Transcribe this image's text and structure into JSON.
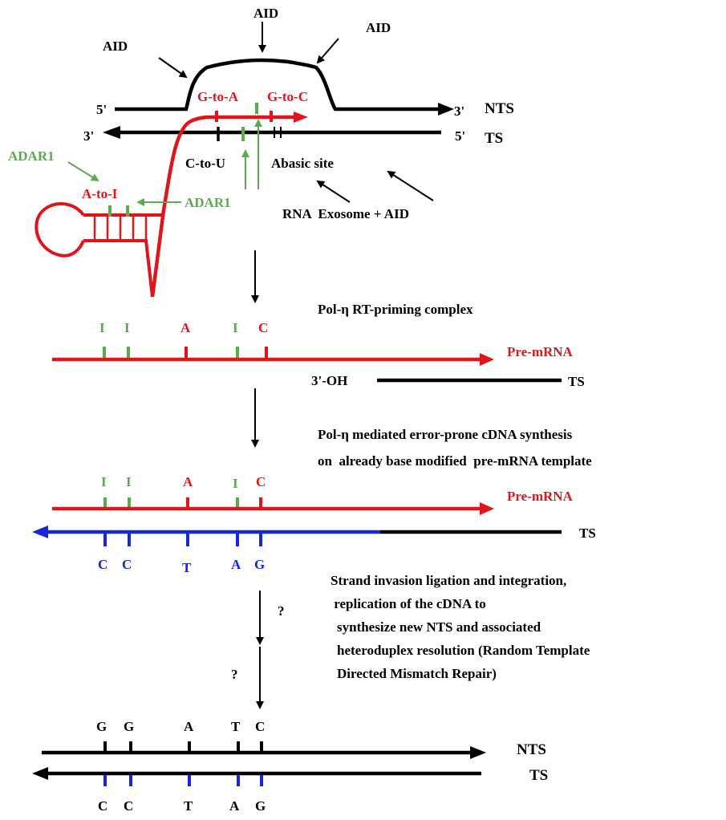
{
  "colors": {
    "black": "#000000",
    "red": "#e0151b",
    "green": "#5aaa4e",
    "blue": "#1626d6"
  },
  "top": {
    "aid_left": "AID",
    "aid_top": "AID",
    "aid_right": "AID",
    "nts_5prime": "5'",
    "nts_3prime": "3'",
    "nts_label": "NTS",
    "ts_3prime": "3'",
    "ts_5prime": "5'",
    "ts_label": "TS",
    "g_to_a": "G-to-A",
    "g_to_c": "G-to-C",
    "c_to_u": "C-to-U",
    "abasic_site": "Abasic site",
    "adar1_top": "ADAR1",
    "adar1_right": "ADAR1",
    "a_to_i": "A-to-I",
    "rna_exosome": "RNA  Exosome + AID"
  },
  "step1": {
    "title": "Pol-η RT-priming complex",
    "bases": [
      "I",
      "I",
      "A",
      "I",
      "C"
    ],
    "premrna_label": "Pre-mRNA",
    "oh_label": "3'-OH",
    "ts_label": "TS"
  },
  "step2": {
    "title_line1": "Pol-η mediated error-prone cDNA synthesis",
    "title_line2": "on  already base modified  pre-mRNA template",
    "bases_top": [
      "I",
      "I",
      "A",
      "I",
      "C"
    ],
    "premrna_label": "Pre-mRNA",
    "ts_label": "TS",
    "bases_bottom": [
      "C",
      "C",
      "T",
      "A",
      "G"
    ]
  },
  "step3": {
    "line1": "Strand invasion ligation and integration,",
    "line2": " replication of the cDNA to",
    "line3": "synthesize new NTS and associated",
    "line4": "heteroduplex resolution (Random Template",
    "line5": "Directed Mismatch Repair)",
    "question1": "?",
    "question2": "?"
  },
  "final": {
    "bases_top": [
      "G",
      "G",
      "A",
      "T",
      "C"
    ],
    "nts_label": "NTS",
    "ts_label": "TS",
    "bases_bottom": [
      "C",
      "C",
      "T",
      "A",
      "G"
    ]
  }
}
